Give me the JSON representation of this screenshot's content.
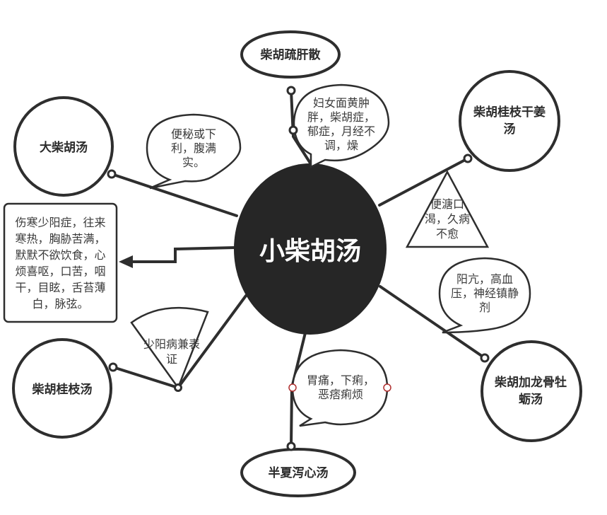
{
  "center": "小柴胡汤",
  "nodes": {
    "chaihu_shugan": "柴胡疏肝散",
    "da_chaihu": "大柴胡汤",
    "chaihu_guizhi_ganjiang": "柴胡桂枝干姜汤",
    "chaihu_longgu_muli": "柴胡加龙骨牡蛎汤",
    "banxia_xiexin": "半夏泻心汤",
    "chaihu_guizhi": "柴胡桂枝汤"
  },
  "notes": {
    "main_indication": "伤寒少阳症，往来寒热，胸胁苦满，默默不欲饮食，心烦喜呕，口苦，咽干，目眩，舌苔薄白，脉弦。",
    "da_chaihu_note": "便秘或下利，腹满实。",
    "shugan_note": "妇女面黄肿胖，柴胡症，郁症，月经不调，燥",
    "ganjiang_note": "便溏口渴，久病不愈",
    "longgu_note": "阳亢，高血压，神经镇静剂",
    "xiexin_note": "胃痛，下痢，恶痞痢烦",
    "guizhi_note": "少阳病兼表证"
  },
  "colors": {
    "center_fill": "#262626",
    "stroke": "#2e2e2e",
    "handle_fill": "#ffffff",
    "handle_selected": "#b03030"
  }
}
